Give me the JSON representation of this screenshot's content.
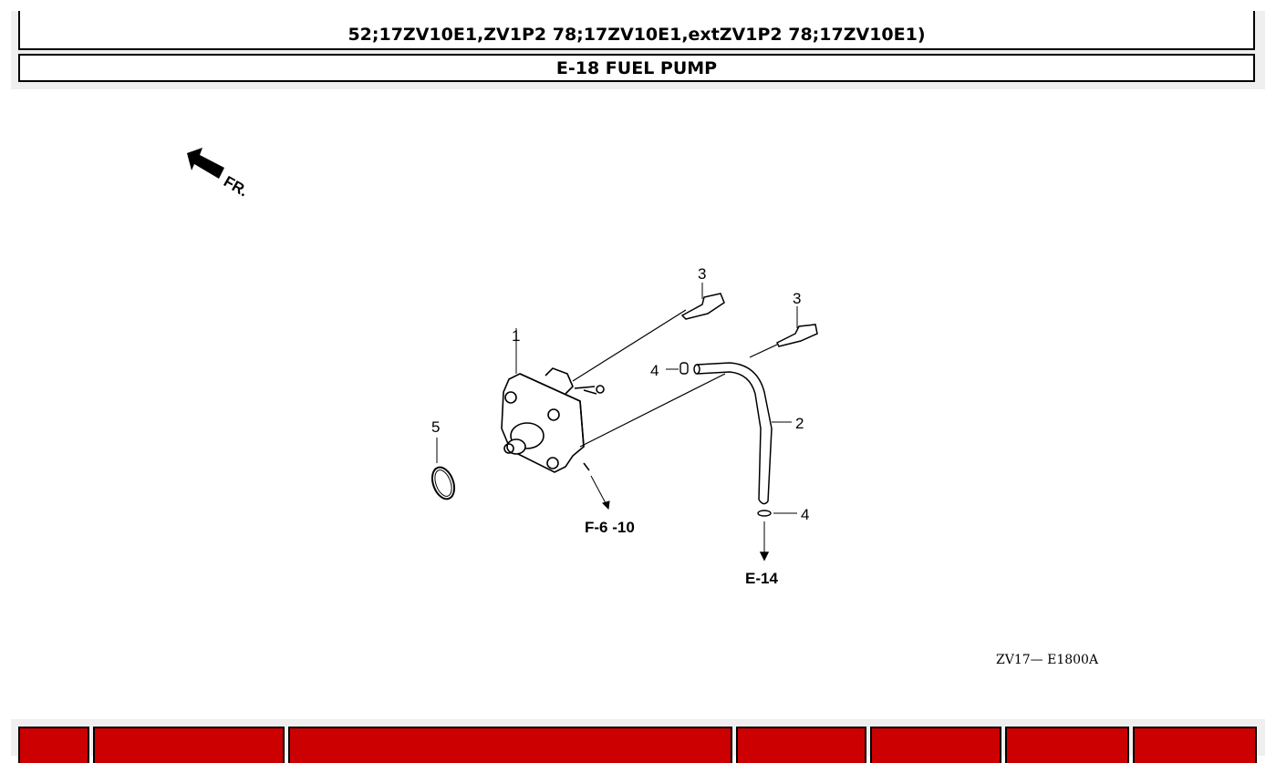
{
  "header": {
    "model_line": "52;17ZV10E1,ZV1P2 78;17ZV10E1,extZV1P2 78;17ZV10E1)",
    "section_title": "E-18 FUEL PUMP"
  },
  "diagram": {
    "front_label": "FR.",
    "callouts": {
      "part_1": "1",
      "part_2": "2",
      "part_3a": "3",
      "part_3b": "3",
      "part_4a": "4",
      "part_4b": "4",
      "part_5": "5"
    },
    "refs": {
      "ref_f": "F-6 -10",
      "ref_e": "E-14"
    },
    "drawing_code": "ZV17— E1800A"
  },
  "footer_table": {
    "header_color": "#cc0000",
    "columns": 7
  }
}
